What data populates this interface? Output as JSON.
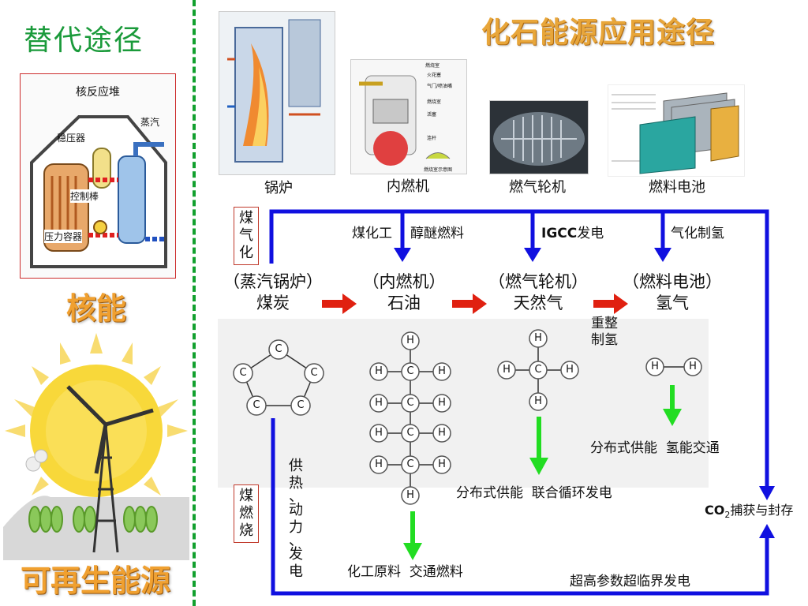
{
  "left": {
    "title": "替代途径",
    "reactor_panel": {
      "title": "核反应堆",
      "labels": {
        "steam": "蒸汽",
        "pressurizer": "稳压器",
        "control_rods": "控制棒",
        "vessel": "压力容器"
      }
    },
    "nuclear_label": "核能",
    "renewable_label": "可再生能源"
  },
  "right": {
    "title": "化石能源应用途径",
    "devices": [
      {
        "caption": "锅炉",
        "image": "boiler-illustration"
      },
      {
        "caption": "内燃机",
        "image": "engine-cutaway-illustration"
      },
      {
        "caption": "燃气轮机",
        "image": "gas-turbine-photo"
      },
      {
        "caption": "燃料电池",
        "image": "fuel-cell-stack-illustration"
      }
    ],
    "engine_diagram_labels": [
      "燃烧室",
      "火花塞",
      "气门/喷油嘴",
      "燃烧室",
      "活塞",
      "连杆",
      "燃烧室示意图"
    ],
    "gasification_box": "煤气化",
    "combustion_box": "煤燃烧",
    "top_labels": {
      "coal_chem": "煤化工",
      "alcohol_fuel": "醇醚燃料",
      "igcc_bold": "IGCC",
      "igcc_rest": "发电",
      "gasify_h2": "气化制氢"
    },
    "nodes": [
      {
        "device": "（蒸汽锅炉）",
        "fuel": "煤炭"
      },
      {
        "device": "（内燃机）",
        "fuel": "石油"
      },
      {
        "device": "（燃气轮机）",
        "fuel": "天然气"
      },
      {
        "device": "（燃料电池）",
        "fuel": "氢气"
      }
    ],
    "reforming_label": [
      "重整",
      "制氢"
    ],
    "heat_power_label": [
      "供",
      "热",
      "、",
      "动",
      "力",
      "、",
      "发",
      "电"
    ],
    "oil_uses": "化工原料  交通燃料",
    "gas_uses": "分布式供能  联合循环发电",
    "h2_uses": "分布式供能  氢能交通",
    "ccs_label": {
      "co": "CO",
      "sub": "2",
      "rest": "捕获与封存"
    },
    "supercritical_label": "超高参数超临界发电"
  },
  "molecules": {
    "carbon": "C",
    "hydrogen": "H"
  },
  "colors": {
    "blue_flow": "#1010e0",
    "red_arrow": "#e02010",
    "green_arrow": "#22dd22",
    "title_orange": "#f0a030",
    "title_green": "#1a9a3a"
  }
}
